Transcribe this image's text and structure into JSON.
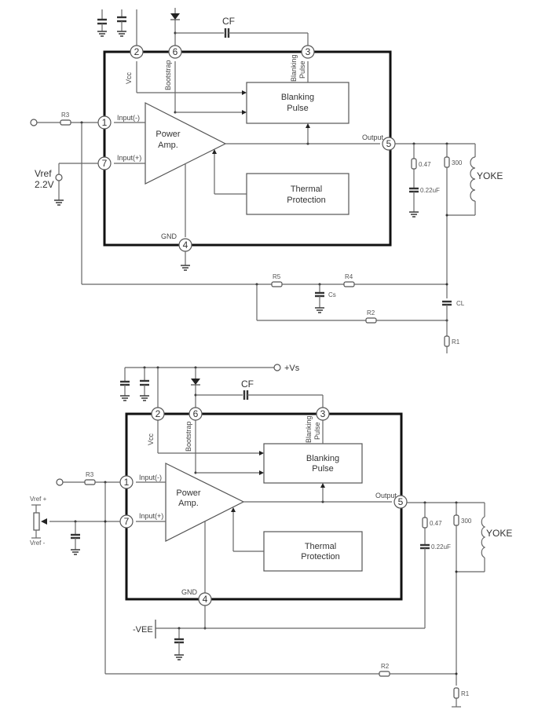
{
  "diagram1": {
    "pins": {
      "p1": "1",
      "p2": "2",
      "p3": "3",
      "p4": "4",
      "p5": "5",
      "p6": "6",
      "p7": "7"
    },
    "pin_labels": {
      "vcc": "Vcc",
      "bootstrap": "Bootstrap",
      "blanking_pulse_top": "Blanking",
      "blanking_pulse_bottom": "Pulse",
      "input_neg": "Input(-)",
      "input_pos": "Input(+)",
      "gnd": "GND",
      "output": "Output"
    },
    "blocks": {
      "amp_line1": "Power",
      "amp_line2": "Amp.",
      "blank_line1": "Blanking",
      "blank_line2": "Pulse",
      "thermal_line1": "Thermal",
      "thermal_line2": "Protection"
    },
    "components": {
      "r3": "R3",
      "cf": "CF",
      "r5": "R5",
      "r4": "R4",
      "cs": "Cs",
      "r2": "R2",
      "cl": "CL",
      "r1": "R1",
      "r047": "0.47",
      "c022": "0.22uF",
      "r300": "300",
      "yoke": "YOKE",
      "vref": "Vref",
      "vref_value": "2.2V"
    }
  },
  "diagram2": {
    "pins": {
      "p1": "1",
      "p2": "2",
      "p3": "3",
      "p4": "4",
      "p5": "5",
      "p6": "6",
      "p7": "7"
    },
    "pin_labels": {
      "vcc": "Vcc",
      "bootstrap": "Bootstrap",
      "blanking_pulse_top": "Blanking",
      "blanking_pulse_bottom": "Pulse",
      "input_neg": "Input(-)",
      "input_pos": "Input(+)",
      "gnd": "GND",
      "output": "Output"
    },
    "blocks": {
      "amp_line1": "Power",
      "amp_line2": "Amp.",
      "blank_line1": "Blanking",
      "blank_line2": "Pulse",
      "thermal_line1": "Thermal",
      "thermal_line2": "Protection"
    },
    "components": {
      "r3": "R3",
      "cf": "CF",
      "vs": "+Vs",
      "vee": "-VEE",
      "r2": "R2",
      "r1": "R1",
      "r047": "0.47",
      "c022": "0.22uF",
      "r300": "300",
      "yoke": "YOKE",
      "vref_plus": "Vref +",
      "vref_minus": "Vref -"
    }
  }
}
